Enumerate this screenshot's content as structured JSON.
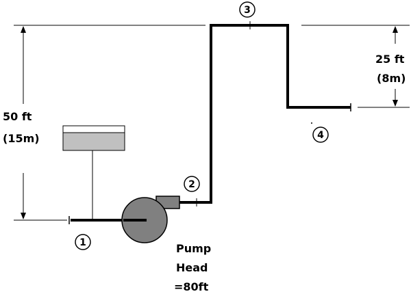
{
  "dimensions": {
    "left": {
      "line1": "50 ft",
      "line2": "(15m)"
    },
    "right": {
      "line1": "25 ft",
      "line2": "(8m)"
    }
  },
  "points": [
    "1",
    "2",
    "3",
    "4"
  ],
  "pump": {
    "line1": "Pump",
    "line2": "Head",
    "line3": "=80ft"
  },
  "colors": {
    "pump_fill": "#808080",
    "tank_fill": "#c0c0c0",
    "line": "#000000"
  }
}
